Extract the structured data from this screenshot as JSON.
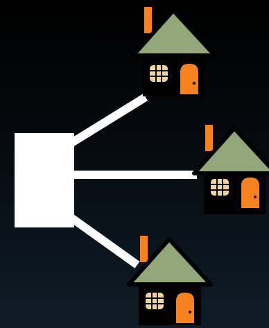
{
  "colors": {
    "background_top": "#000000",
    "background_bottom": "#0f1c28",
    "hub": "#ffffff",
    "link": "#ffffff",
    "roof": "#93a77a",
    "roof_outline": "#000000",
    "chimney": "#f6821f",
    "house_body": "#000000",
    "door": "#f6821f",
    "door_knob": "#000000",
    "window": "#f0d59a",
    "window_mullion": "#000000"
  },
  "diagram": {
    "hub": {
      "name": "hub",
      "icon": "white-square"
    },
    "houses": [
      {
        "name": "house-top",
        "icon": "house-icon"
      },
      {
        "name": "house-middle",
        "icon": "house-icon"
      },
      {
        "name": "house-bottom",
        "icon": "house-icon"
      }
    ],
    "links": [
      {
        "from": "hub",
        "to": "house-top"
      },
      {
        "from": "hub",
        "to": "house-middle"
      },
      {
        "from": "hub",
        "to": "house-bottom"
      }
    ]
  }
}
